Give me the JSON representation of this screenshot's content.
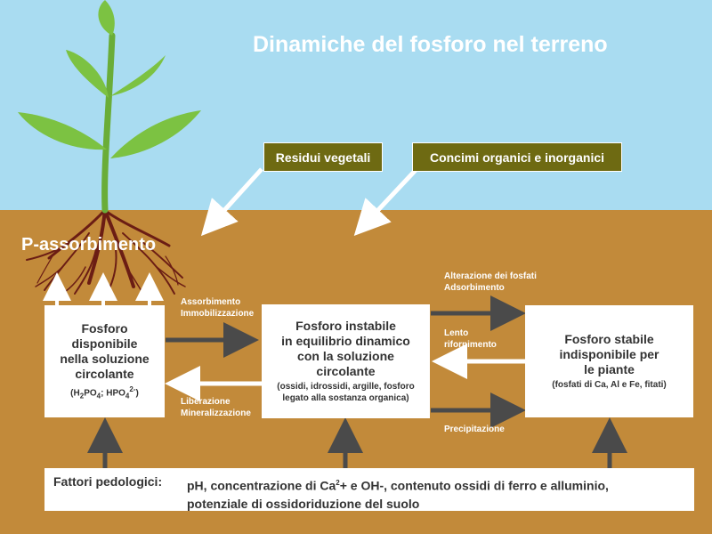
{
  "title": "Dinamiche del fosforo nel terreno",
  "tags": {
    "residui": "Residui vegetali",
    "concimi": "Concimi organici e inorganici"
  },
  "p_assorbimento": "P-assorbimento",
  "boxes": {
    "disponibile": {
      "title": "Fosforo\ndisponibile\nnella soluzione\ncircolante",
      "formula_a": "H",
      "formula_a_sub": "2",
      "formula_b": "PO",
      "formula_b_sub": "4",
      "formula_sep": "; HPO",
      "formula_c_sub": "4",
      "formula_c_sup": "2-"
    },
    "instabile": {
      "title": "Fosforo instabile\nin equilibrio dinamico\ncon la soluzione\ncircolante",
      "sub": "(ossidi, idrossidi, argille, fosforo\nlegato alla sostanza organica)"
    },
    "stabile": {
      "title": "Fosforo stabile\nindisponibile per\nle piante",
      "sub": "(fosfati di Ca, Al e Fe, fitati)"
    }
  },
  "arrow_labels": {
    "assorbimento": "Assorbimento\nImmobilizzazione",
    "liberazione": "Liberazione\nMineralizzazione",
    "alterazione": "Alterazione dei fosfati\nAdsorbimento",
    "lento": "Lento\nrifornimento",
    "precipitazione": "Precipitazione"
  },
  "factors": {
    "label": "Fattori pedologici:",
    "line1_a": "pH, concentrazione di Ca",
    "line1_sup": "2",
    "line1_b": "+ e OH-, contenuto ossidi di ferro e alluminio,",
    "line2": "potenziale di ossidoriduzione del suolo"
  },
  "colors": {
    "sky": "#a9dcf1",
    "soil": "#c28a3a",
    "tag_bg": "#6e6a12",
    "arrow_dark": "#4a4a4a",
    "leaf": "#7cc242",
    "stem": "#6aad38",
    "root": "#6b1d14"
  }
}
